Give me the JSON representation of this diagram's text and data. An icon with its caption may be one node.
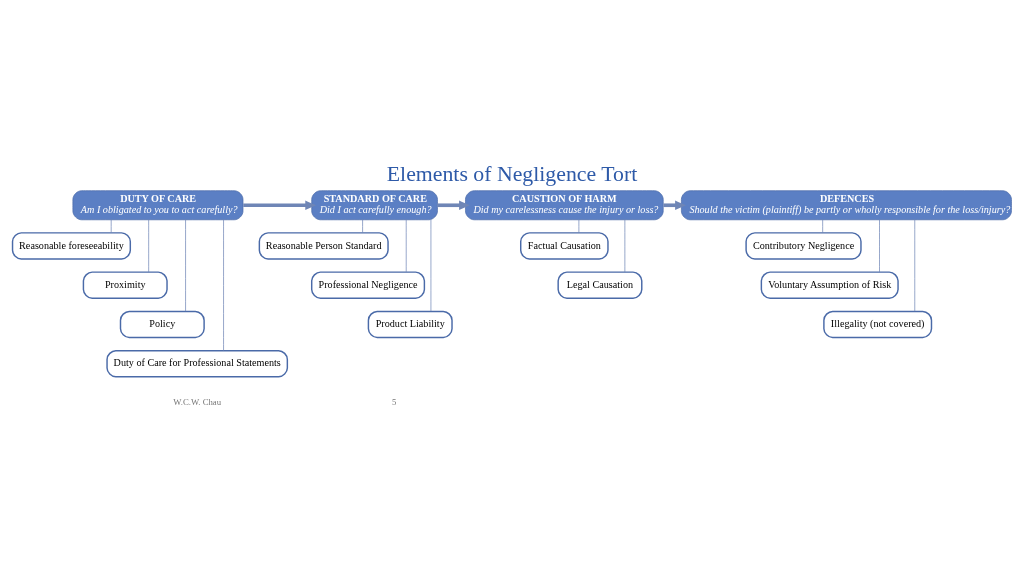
{
  "diagram": {
    "title": "Elements of Negligence Tort",
    "nodes": [
      {
        "text": [
          "DUTY OF CARE",
          "Am I obligated to you to act carefully?"
        ]
      },
      {
        "text": [
          "STANDARD OF CARE",
          "Did I act carefully enough?"
        ]
      },
      {
        "text": [
          "CAUSTION OF HARM",
          "Did my carelessness cause the injury or loss?"
        ]
      },
      {
        "text": [
          "DEFENCES",
          "Should the victim (plaintiff) be partly or wholly responsible for the loss/injury?"
        ]
      },
      {
        "text": [
          "Reasonable foreseeability"
        ]
      },
      {
        "text": [
          "Proximity"
        ]
      },
      {
        "text": [
          "Policy"
        ]
      },
      {
        "text": [
          "Duty of Care for Professional Statements"
        ]
      },
      {
        "text": [
          "Reasonable Person Standard"
        ]
      },
      {
        "text": [
          "Professional Negligence"
        ]
      },
      {
        "text": [
          "Product Liability"
        ]
      },
      {
        "text": [
          "Factual Causation"
        ]
      },
      {
        "text": [
          "Legal Causation"
        ]
      },
      {
        "text": [
          "Contributory Negligence"
        ]
      },
      {
        "text": [
          "Voluntary Assumption of Risk"
        ]
      },
      {
        "text": [
          "Illegality (not covered)"
        ]
      }
    ],
    "edges": [
      {
        "from": 0,
        "to": 1,
        "arrow": "to",
        "style": "thick"
      },
      {
        "from": 1,
        "to": 2,
        "arrow": "to",
        "style": "thick"
      },
      {
        "from": 2,
        "to": 3,
        "arrow": "to",
        "style": "thick"
      },
      {
        "from": 0,
        "to": 4,
        "arrow": "none"
      },
      {
        "from": 0,
        "to": 5,
        "arrow": "none"
      },
      {
        "from": 0,
        "to": 6,
        "arrow": "none"
      },
      {
        "from": 0,
        "to": 7,
        "arrow": "none"
      },
      {
        "from": 1,
        "to": 8,
        "arrow": "none"
      },
      {
        "from": 1,
        "to": 9,
        "arrow": "none"
      },
      {
        "from": 1,
        "to": 10,
        "arrow": "none"
      },
      {
        "from": 2,
        "to": 11,
        "arrow": "none"
      },
      {
        "from": 2,
        "to": 12,
        "arrow": "none"
      },
      {
        "from": 3,
        "to": 13,
        "arrow": "none"
      },
      {
        "from": 3,
        "to": 14,
        "arrow": "none"
      },
      {
        "from": 3,
        "to": 15,
        "arrow": "none"
      }
    ],
    "labels": [
      "W.C.W. Chau",
      "5"
    ]
  }
}
